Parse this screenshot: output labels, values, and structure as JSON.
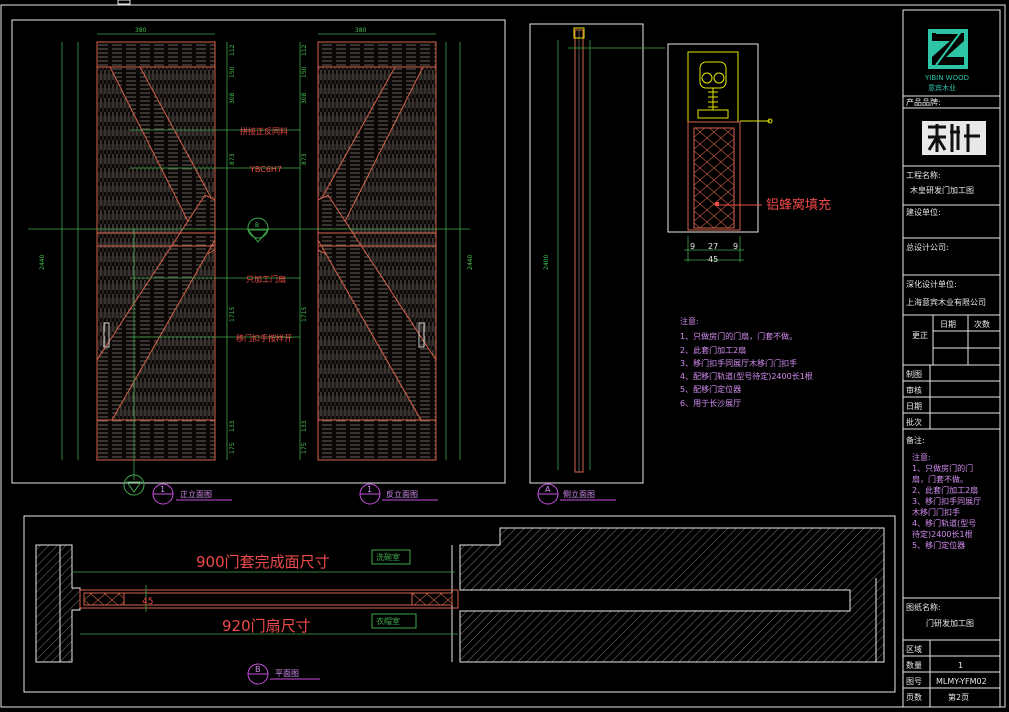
{
  "front_view": {
    "dims_top": [
      "380",
      "380"
    ],
    "dims_left": [
      "112",
      "150",
      "308",
      "873",
      "1715",
      "133",
      "175"
    ],
    "callouts": [
      "拼接正反同料",
      "YBC6H7",
      "只加工门扇",
      "移门扣手按样开"
    ],
    "section_marker": "B",
    "height_total": "2440",
    "titles": [
      {
        "num": "1",
        "label": "正立面图"
      },
      {
        "num": "1",
        "label": "反立面图"
      }
    ]
  },
  "side_view": {
    "label": "侧立面图",
    "num": "A",
    "height": "2400",
    "note": "铝蜂窝填充",
    "dims": [
      "9",
      "27",
      "9",
      "45"
    ]
  },
  "notes": {
    "title": "注意:",
    "items": [
      "1、只做房门的门扇，门套不做。",
      "2、此套门加工2扇",
      "3、移门扣手同展厅木移门门扣手",
      "4、配移门轨道(型号待定)2400长1根",
      "5、配移门定位器",
      "6、用于长沙展厅"
    ]
  },
  "plan_view": {
    "dim1": "900门套完成面尺寸",
    "dim2": "920门扇尺寸",
    "tag1": "洗碗室",
    "tag2": "衣帽室",
    "thickness": "45",
    "label": "平面图",
    "num": "B"
  },
  "title_block": {
    "logo_en": "YIBIN WOOD",
    "logo_cn": "意宾木业",
    "product_label": "产品品牌:",
    "project_label": "工程名称:",
    "project_value": "木皇研发门加工图",
    "builder_label": "建设单位:",
    "designer_label": "总设计公司:",
    "deep_design_label": "深化设计单位:",
    "deep_design_value": "上海意宾木业有限公司",
    "change_label": "更正",
    "date_label": "日期",
    "version_label": "次数",
    "rows": [
      "制图",
      "审核",
      "日期",
      "批次"
    ],
    "remarks_label": "备注:",
    "remarks": [
      "注意:",
      "1、只做房门的门",
      "扇，门套不做。",
      "2、此套门加工2扇",
      "3、移门扣手同展厅",
      "木移门门扣手",
      "4、移门轨道(型号",
      "待定)2400长1根",
      "5、移门定位器"
    ],
    "drawing_name_label": "图纸名称:",
    "drawing_name_value": "门研发加工图",
    "area_label": "区域",
    "qty_label": "数量",
    "qty_value": "1",
    "sheet_no_label": "图号",
    "sheet_no_value": "MLMY-YFM02",
    "page_label": "页数",
    "page_value": "第2页"
  },
  "colors": {
    "background": "#000000",
    "line": "#e8e8e8",
    "door": "#d4634a",
    "dimension": "#3fa84a",
    "annotation": "#ef4a4a",
    "note": "#d28cf0",
    "logo": "#2ec4a6",
    "hardware": "#e6e600"
  }
}
